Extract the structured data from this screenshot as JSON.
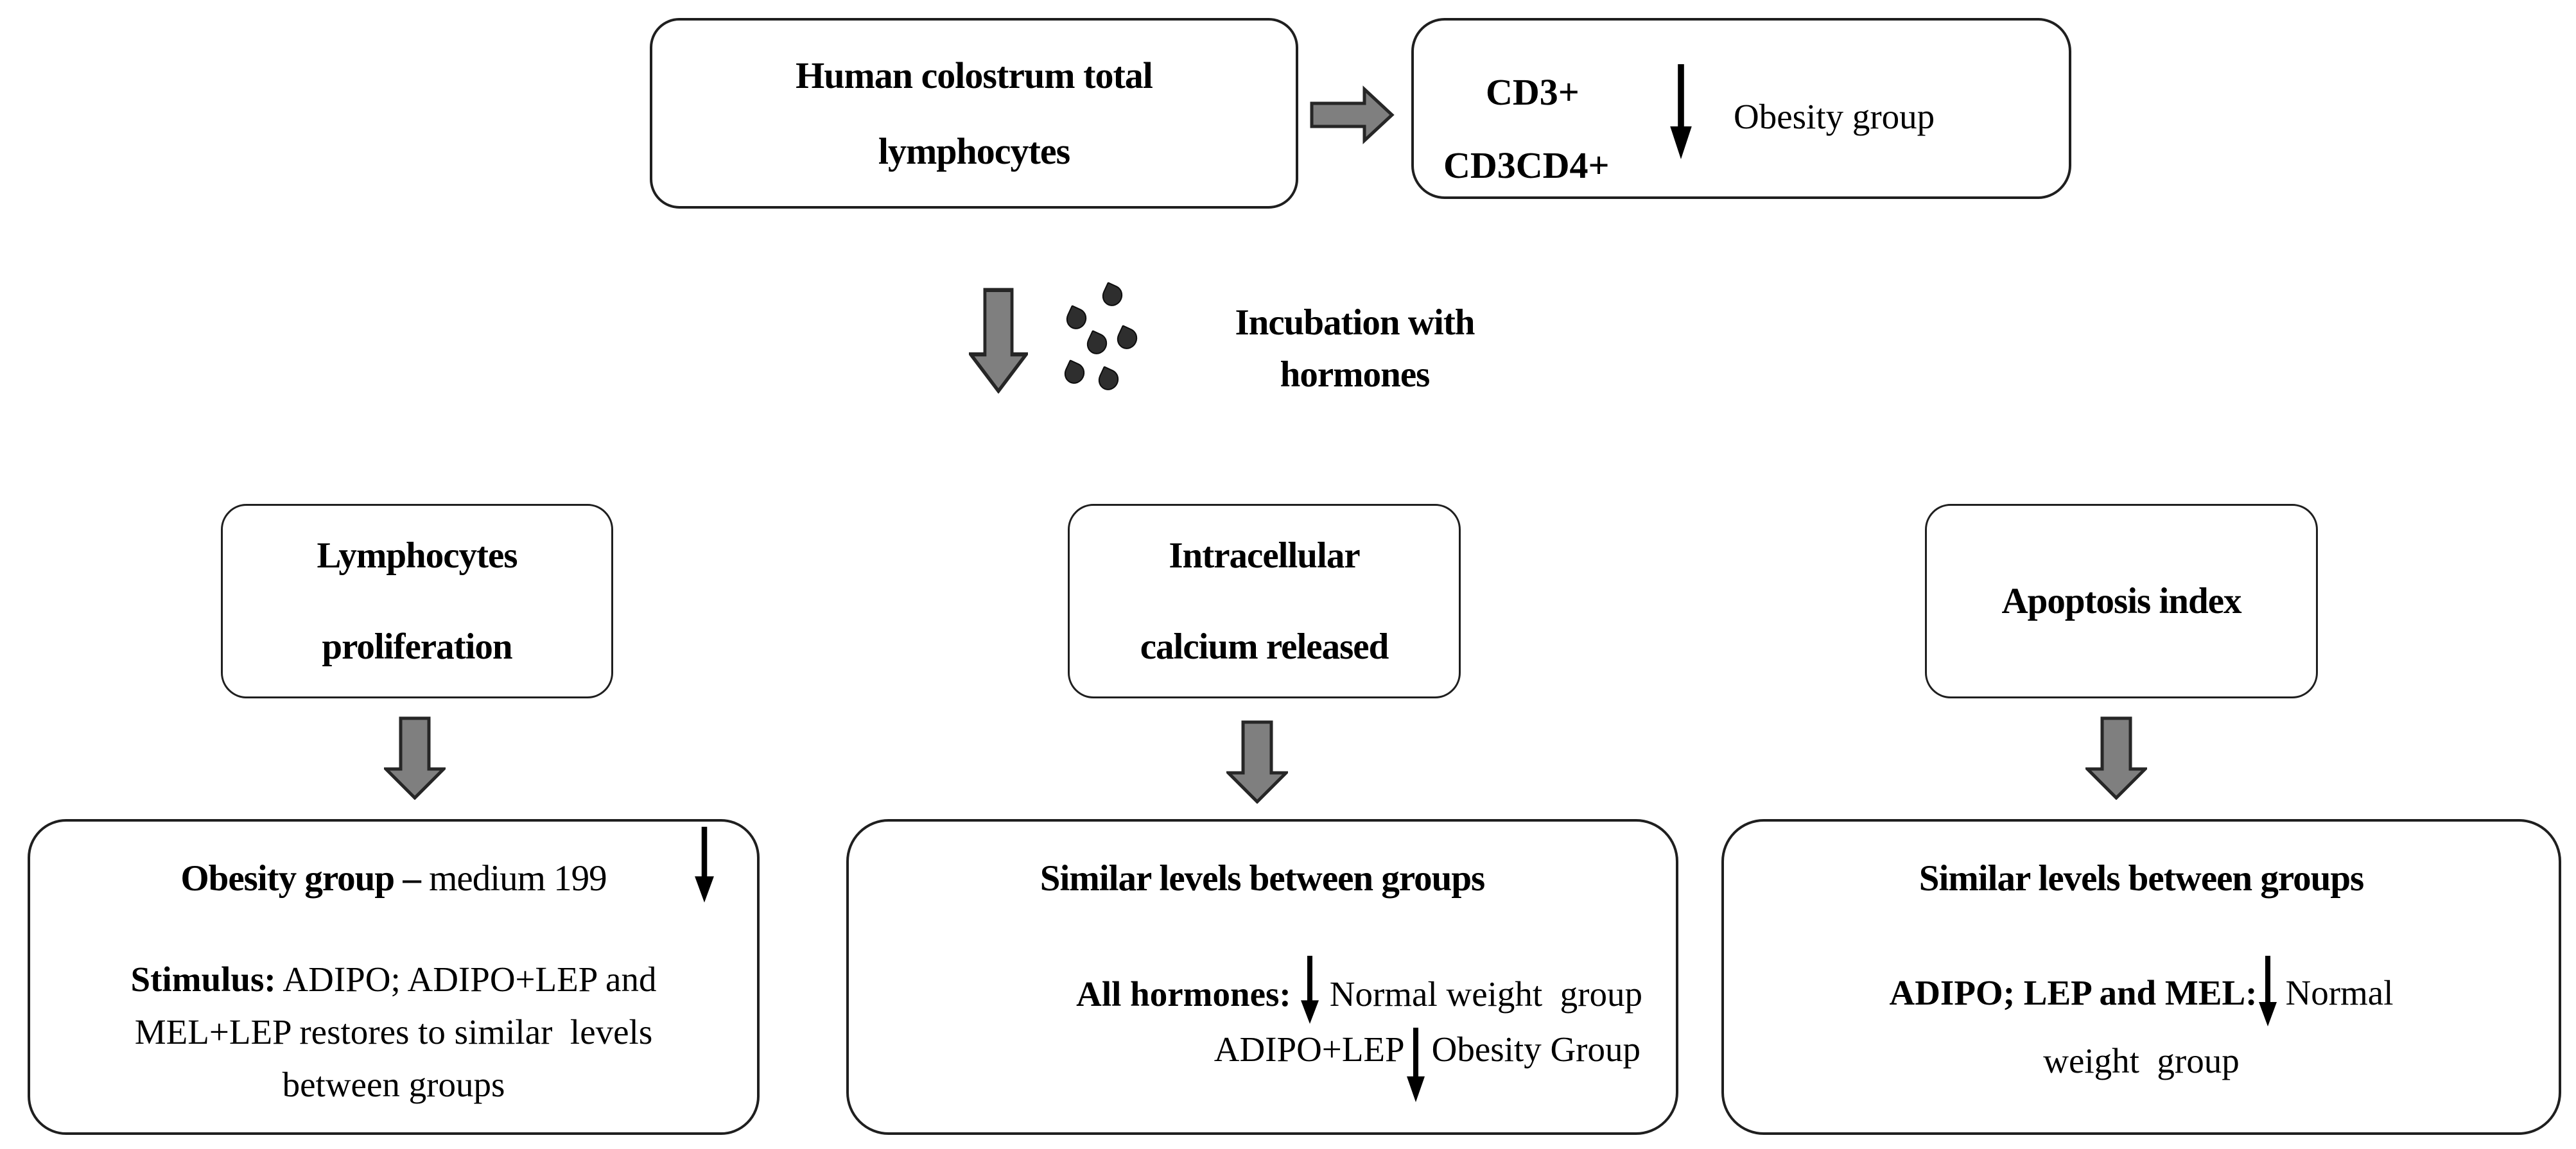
{
  "colors": {
    "background": "#ffffff",
    "box_border": "#1f1f1f",
    "text": "#000000",
    "arrow_gray_fill": "#7f7f7f",
    "arrow_gray_outline": "#262626",
    "arrow_black": "#000000",
    "droplet_fill": "#2e2e2e"
  },
  "top": {
    "colostrum_box": {
      "line1": "Human colostrum total",
      "line2": "lymphocytes"
    },
    "cd3_box": {
      "marker1": "CD3+",
      "marker2": "CD3CD4+",
      "group_label": "Obesity group"
    }
  },
  "incubation": {
    "line1": "Incubation with",
    "line2": "hormones"
  },
  "assays": {
    "proliferation": {
      "line1": "Lymphocytes",
      "line2": "proliferation"
    },
    "calcium": {
      "line1": "Intracellular",
      "line2": "calcium released"
    },
    "apoptosis": {
      "line1": "Apoptosis index"
    }
  },
  "results": {
    "proliferation": {
      "headline_bold": "Obesity group – ",
      "headline_regular": "medium 199",
      "body_line1_bold": "Stimulus:",
      "body_line1_regular": " ADIPO; ADIPO+LEP and",
      "body_line2": "MEL+LEP restores to similar  levels",
      "body_line3": "between groups"
    },
    "calcium": {
      "headline": "Similar levels between groups",
      "line2_bold": "All hormones:",
      "line2_regular": "Normal weight  group",
      "line3_pre": "ADIPO+LEP",
      "line3_post": "Obesity Group"
    },
    "apoptosis": {
      "headline": "Similar levels between groups",
      "line2_bold": "ADIPO; LEP and MEL:",
      "line2_regular": "Normal",
      "line3": "weight  group"
    }
  }
}
